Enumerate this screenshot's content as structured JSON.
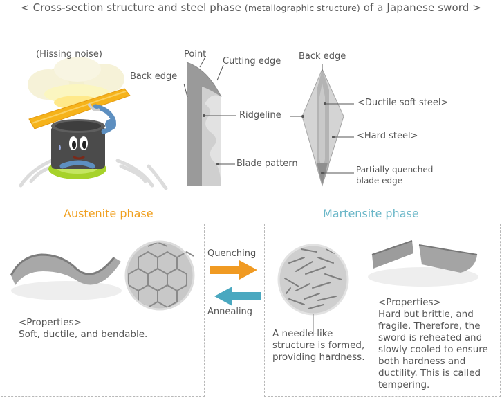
{
  "title": {
    "main_start": "< Cross-section structure and steel phase ",
    "paren": "(metallographic structure)",
    "main_end": " of a Japanese sword >"
  },
  "illustration": {
    "hissing": "(Hissing noise)"
  },
  "side_view": {
    "point": "Point",
    "cutting_edge": "Cutting edge",
    "back_edge": "Back edge",
    "ridgeline": "Ridgeline",
    "blade_pattern": "Blade pattern"
  },
  "cross_section": {
    "back_edge": "Back edge",
    "ductile_soft_steel": "<Ductile soft steel>",
    "hard_steel": "<Hard steel>",
    "partially_quenched_1": "Partially quenched",
    "partially_quenched_2": "blade edge"
  },
  "austenite": {
    "heading": "Austenite phase",
    "properties_label": "<Properties>",
    "properties_text": "Soft, ductile, and bendable."
  },
  "martensite": {
    "heading": "Martensite phase",
    "needle_text": "A needle-like structure is formed, providing hardness.",
    "properties_label": "<Properties>",
    "properties_text": "Hard but brittle, and fragile. Therefore, the sword is reheated and slowly cooled to ensure both hardness and ductility. This is called tempering."
  },
  "arrows": {
    "quenching": "Quenching",
    "annealing": "Annealing"
  },
  "colors": {
    "austenite": "#f0a020",
    "martensite": "#6bb7c8",
    "quench_arrow": "#f09a22",
    "anneal_arrow": "#4aa8c0"
  }
}
